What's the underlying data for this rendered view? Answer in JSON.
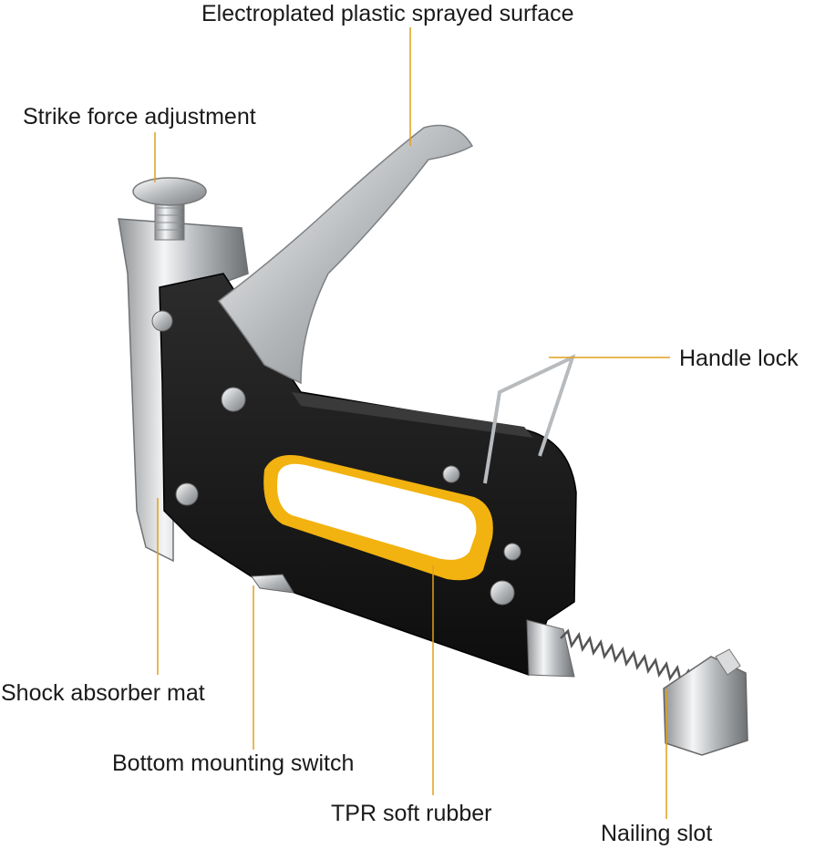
{
  "colors": {
    "leader_line": "#e0a11b",
    "body": "#1c1c1c",
    "rubber": "#f2b20f",
    "metal": "#c9cbcd"
  },
  "labels": {
    "surface": "Electroplated plastic sprayed surface",
    "strike": "Strike force adjustment",
    "handle_lock": "Handle lock",
    "shock": "Shock absorber mat",
    "mounting": "Bottom mounting switch",
    "rubber": "TPR soft rubber",
    "slot": "Nailing slot"
  },
  "product": "staple-gun"
}
